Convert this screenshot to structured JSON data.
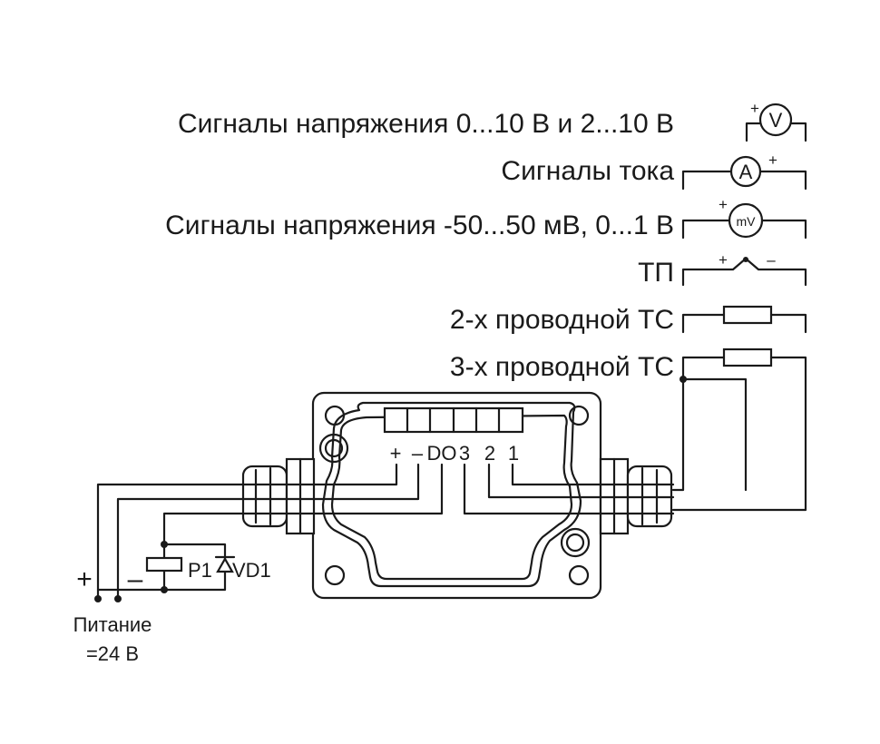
{
  "signals": {
    "voltage_0_10": "Сигналы напряжения 0...10 В и 2...10 В",
    "current": "Сигналы тока",
    "voltage_mv": "Сигналы напряжения -50...50 мВ, 0...1 В",
    "thermocouple": "ТП",
    "rtd_2wire": "2-х проводной ТС",
    "rtd_3wire": "3-х проводной ТС"
  },
  "meters": {
    "voltmeter": "V",
    "ammeter": "A",
    "millivoltmeter": "mV",
    "plus": "+",
    "minus": "–"
  },
  "terminals": {
    "plus": "+",
    "minus": "–",
    "do": "DO",
    "t3": "3",
    "t2": "2",
    "t1": "1"
  },
  "components": {
    "relay": "P1",
    "diode": "VD1"
  },
  "power": {
    "plus": "+",
    "minus": "–",
    "label": "Питание",
    "value": "=24 В"
  }
}
